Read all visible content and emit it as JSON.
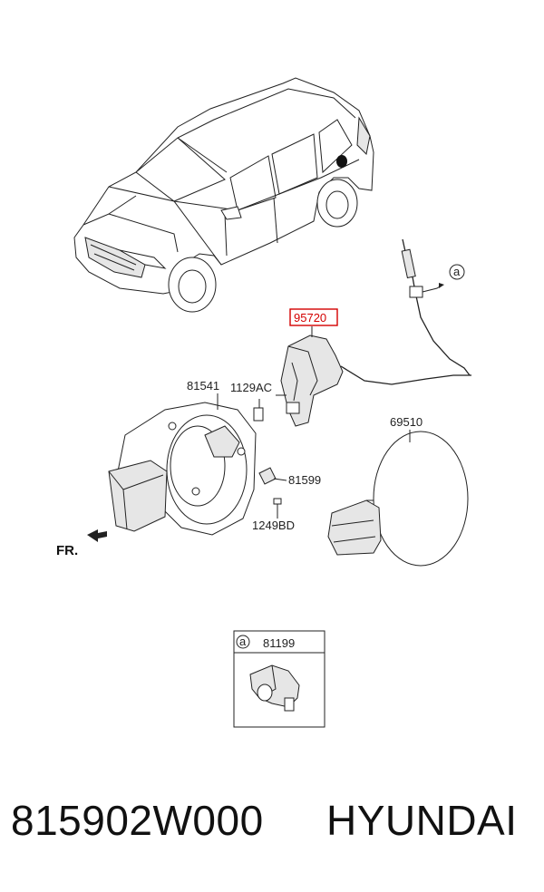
{
  "labels": {
    "part_highlight": "95720",
    "fuel_filler_housing": "81541",
    "bolt": "1129AC",
    "clip": "81599",
    "screw": "1249BD",
    "fuel_door": "69510",
    "front_indicator": "FR.",
    "detail_ref": "a",
    "callout_ref": "a",
    "detail_part": "81199"
  },
  "caption": {
    "part_number": "815902W000",
    "brand": "HYUNDAI"
  },
  "colors": {
    "highlight": "#d40000",
    "line": "#222222"
  }
}
